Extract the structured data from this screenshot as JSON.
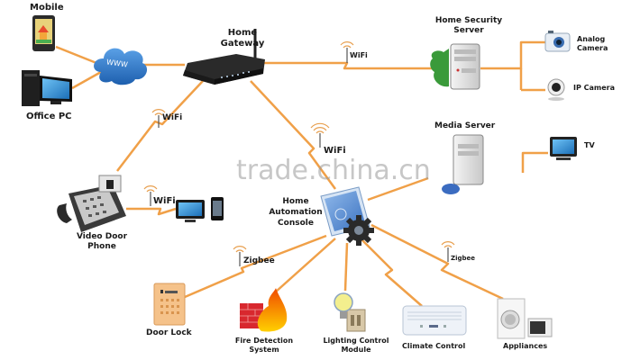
{
  "diagram": {
    "title": "Home Network Architecture",
    "link_color": "#f0a048",
    "nodes": {
      "mobile": {
        "label": "Mobile"
      },
      "office_pc": {
        "label": "Office PC"
      },
      "internet": {
        "label": "WWW"
      },
      "home_gateway": {
        "label_line1": "Home",
        "label_line2": "Gateway"
      },
      "home_security_server": {
        "label_line1": "Home Security",
        "label_line2": "Server"
      },
      "analog_camera": {
        "label_line1": "Analog",
        "label_line2": "Camera"
      },
      "ip_camera": {
        "label": "IP Camera"
      },
      "media_server": {
        "label": "Media Server"
      },
      "tv": {
        "label": "TV"
      },
      "video_door_phone": {
        "label_line1": "Video Door",
        "label_line2": "Phone"
      },
      "home_automation_console": {
        "label_line1": "Home",
        "label_line2": "Automation",
        "label_line3": "Console"
      },
      "door_lock": {
        "label": "Door Lock"
      },
      "fire_detection": {
        "label_line1": "Fire Detection",
        "label_line2": "System"
      },
      "lighting_control": {
        "label_line1": "Lighting Control",
        "label_line2": "Module"
      },
      "climate_control": {
        "label": "Climate Control"
      },
      "appliances": {
        "label": "Appliances"
      }
    },
    "link_labels": {
      "gateway_security_wifi": "WiFi",
      "gateway_doorphone_wifi": "WiFi",
      "gateway_console_wifi": "WiFi",
      "doorphone_devices_wifi": "WiFi",
      "console_doorlock_zigbee": "Zigbee",
      "console_appliances_zigbee": "Zigbee"
    },
    "edges": [
      {
        "from": "mobile",
        "to": "internet",
        "type": "wired"
      },
      {
        "from": "office_pc",
        "to": "internet",
        "type": "wired"
      },
      {
        "from": "internet",
        "to": "home_gateway",
        "type": "wired"
      },
      {
        "from": "home_gateway",
        "to": "home_security_server",
        "type": "WiFi"
      },
      {
        "from": "home_security_server",
        "to": "analog_camera",
        "type": "wired"
      },
      {
        "from": "home_security_server",
        "to": "ip_camera",
        "type": "wired"
      },
      {
        "from": "home_gateway",
        "to": "video_door_phone",
        "type": "WiFi"
      },
      {
        "from": "home_gateway",
        "to": "home_automation_console",
        "type": "WiFi"
      },
      {
        "from": "video_door_phone",
        "to": "display_devices",
        "type": "WiFi"
      },
      {
        "from": "home_automation_console",
        "to": "media_server",
        "type": "wired"
      },
      {
        "from": "media_server",
        "to": "tv",
        "type": "wired"
      },
      {
        "from": "home_automation_console",
        "to": "door_lock",
        "type": "Zigbee"
      },
      {
        "from": "home_automation_console",
        "to": "fire_detection",
        "type": "wired"
      },
      {
        "from": "home_automation_console",
        "to": "lighting_control",
        "type": "wired"
      },
      {
        "from": "home_automation_console",
        "to": "climate_control",
        "type": "wired"
      },
      {
        "from": "home_automation_console",
        "to": "appliances",
        "type": "Zigbee"
      }
    ]
  },
  "watermark": "trade.china.cn"
}
